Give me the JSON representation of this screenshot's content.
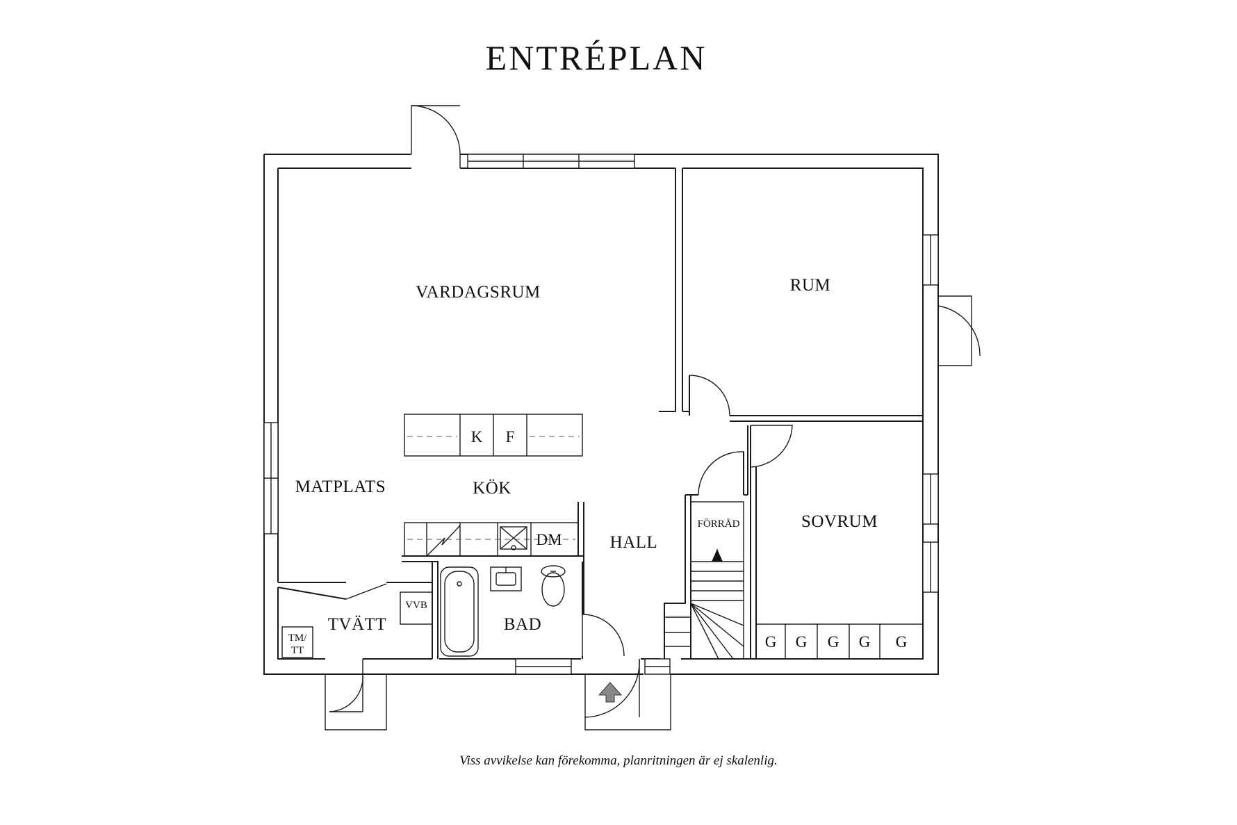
{
  "title": "ENTRÉPLAN",
  "rooms": {
    "vardagsrum": "VARDAGSRUM",
    "rum": "RUM",
    "matplats": "MATPLATS",
    "kok": "KÖK",
    "hall": "HALL",
    "forrad": "FÖRRÅD",
    "sovrum": "SOVRUM",
    "tvatt": "TVÄTT",
    "bad": "BAD"
  },
  "fixtures": {
    "k": "K",
    "f": "F",
    "dm": "DM",
    "vvb": "VVB",
    "tm": "TM/",
    "tt": "TT",
    "closets": [
      "G",
      "G",
      "G",
      "G",
      "G"
    ]
  },
  "disclaimer": "Viss avvikelse kan förekomma, planritningen är ej skalenlig."
}
